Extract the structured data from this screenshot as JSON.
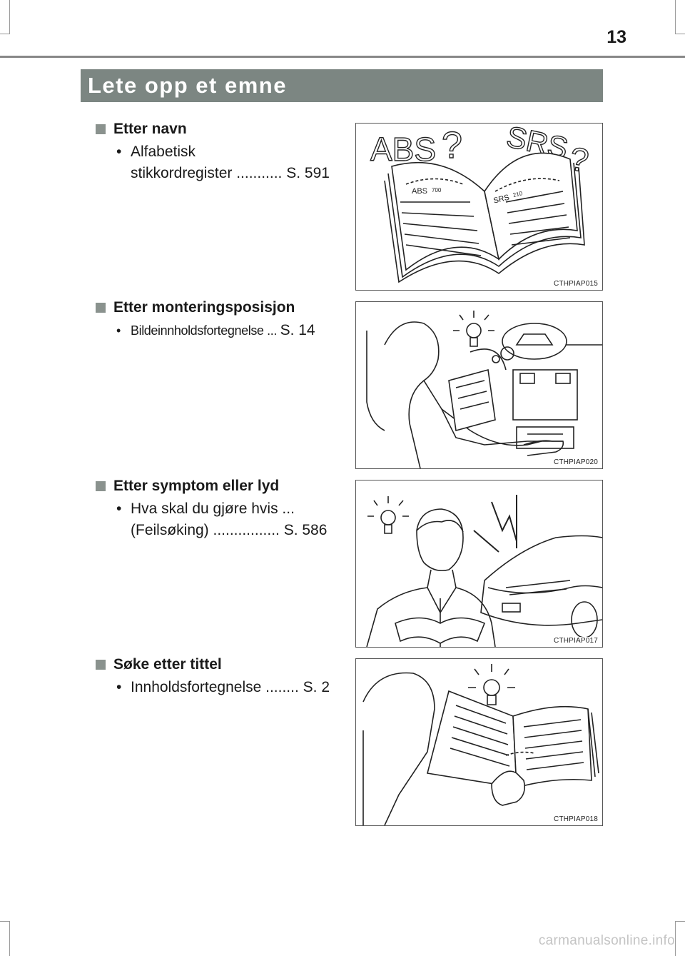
{
  "page": {
    "number": "13",
    "section_title": "Lete opp et emne",
    "footer": "carmanualsonline.info"
  },
  "topics": [
    {
      "heading": "Etter navn",
      "lines": [
        "•",
        "Alfabetisk",
        "stikkordregister ........... S. 591"
      ],
      "figure_code": "CTHPIAP015",
      "figure_labels": [
        "ABS",
        "?",
        "SRS",
        "?",
        "ABS",
        "700",
        "SRS",
        "210"
      ]
    },
    {
      "heading": "Etter monteringsposisjon",
      "lines": [
        "•",
        "Bildeinnholdsfortegnelse ...",
        "S. 14"
      ],
      "figure_code": "CTHPIAP020"
    },
    {
      "heading": "Etter symptom eller lyd",
      "lines": [
        "•",
        "Hva skal du gjøre hvis ...",
        "(Feilsøking) ................ S. 586"
      ],
      "figure_code": "CTHPIAP017"
    },
    {
      "heading": "Søke etter tittel",
      "lines": [
        "•",
        "Innholdsfortegnelse ........ S. 2"
      ],
      "figure_code": "CTHPIAP018"
    }
  ],
  "colors": {
    "header_band": "#7c8682",
    "bullet_square": "#8a928e",
    "rule": "#888888"
  }
}
